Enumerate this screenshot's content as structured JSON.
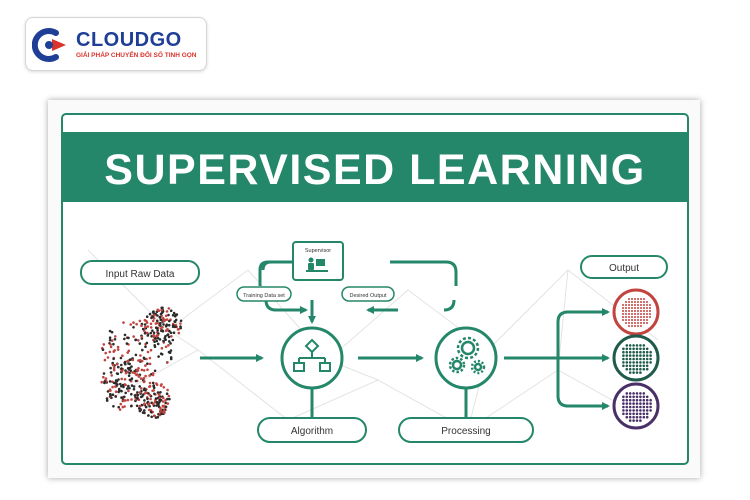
{
  "brand": {
    "name": "CLOUDGO",
    "tagline": "GIẢI PHÁP CHUYỂN ĐỔI SỐ TINH GỌN",
    "colors": {
      "primary": "#1f3f97",
      "accent": "#d9342b"
    }
  },
  "diagram": {
    "title": "SUPERVISED LEARNING",
    "labels": {
      "input": "Input Raw Data",
      "supervisor": "Supervisor",
      "training": "Training Data set",
      "desired": "Desired Output",
      "algorithm": "Algorithm",
      "processing": "Processing",
      "output": "Output"
    },
    "colors": {
      "primary": "#25876a",
      "light_bg": "#ffffff",
      "output_red": "#c1443f",
      "output_green": "#1f5b4a",
      "output_purple": "#4a3068"
    },
    "icons": [
      "person-at-computer-icon",
      "flowchart-icon",
      "gears-icon",
      "data-cluster-icon"
    ]
  }
}
